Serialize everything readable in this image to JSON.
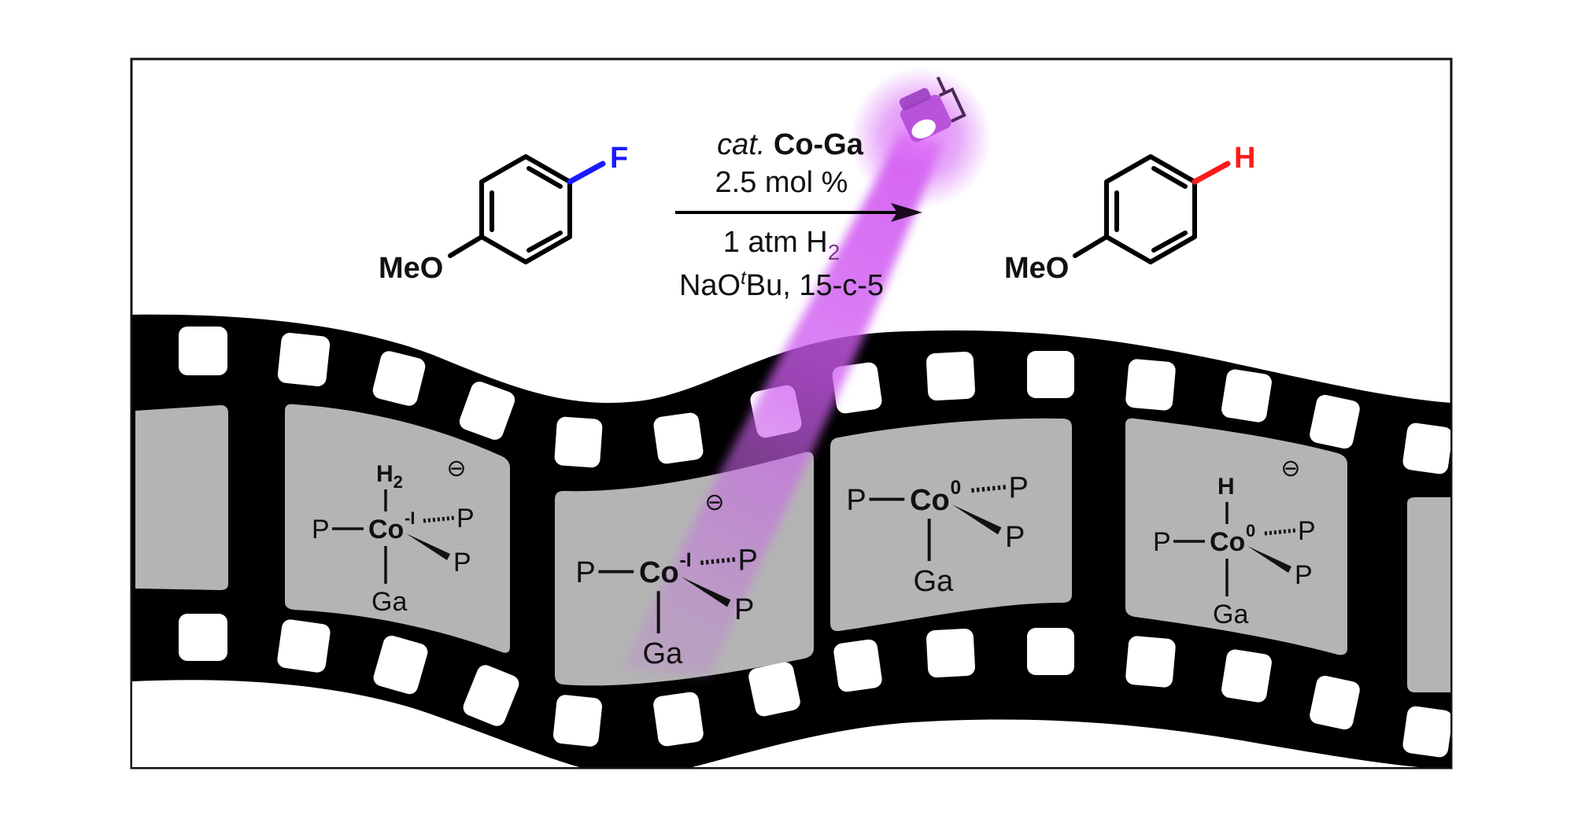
{
  "colors": {
    "fluorine": "#1a1aff",
    "hydrogen_product": "#ff1a1a",
    "beam": "#d05cf0",
    "film": "#000000",
    "frame_fill": "#b4b4b4",
    "text": "#111111"
  },
  "reaction": {
    "reactant": {
      "substituent": "MeO",
      "leaving_group": "F"
    },
    "product": {
      "substituent": "MeO",
      "new_atom": "H"
    },
    "conditions_above": {
      "line1_italic": "cat.",
      "line1_bold": "Co-Ga",
      "line2": "2.5 mol %"
    },
    "conditions_below": {
      "line1": "1 atm H",
      "line1_sub": "2",
      "line2_a": "NaO",
      "line2_sup": "t",
      "line2_b": "Bu, 15-c-5"
    }
  },
  "lamp": {
    "icon": "lamp-icon"
  },
  "film_frames": [
    {
      "top_label": "H",
      "top_sub": "2",
      "charge": "⊖",
      "metal": "Co",
      "ox_state": "-I",
      "left": "P",
      "dash_ligand": "P",
      "wedge_ligand": "P",
      "bottom": "Ga"
    },
    {
      "top_label": "",
      "top_sub": "",
      "charge": "⊖",
      "metal": "Co",
      "ox_state": "-I",
      "left": "P",
      "dash_ligand": "P",
      "wedge_ligand": "P",
      "bottom": "Ga"
    },
    {
      "top_label": "",
      "top_sub": "",
      "charge": "",
      "metal": "Co",
      "ox_state": "0",
      "left": "P",
      "dash_ligand": "P",
      "wedge_ligand": "P",
      "bottom": "Ga"
    },
    {
      "top_label": "H",
      "top_sub": "",
      "charge": "⊖",
      "metal": "Co",
      "ox_state": "0",
      "left": "P",
      "dash_ligand": "P",
      "wedge_ligand": "P",
      "bottom": "Ga"
    }
  ]
}
